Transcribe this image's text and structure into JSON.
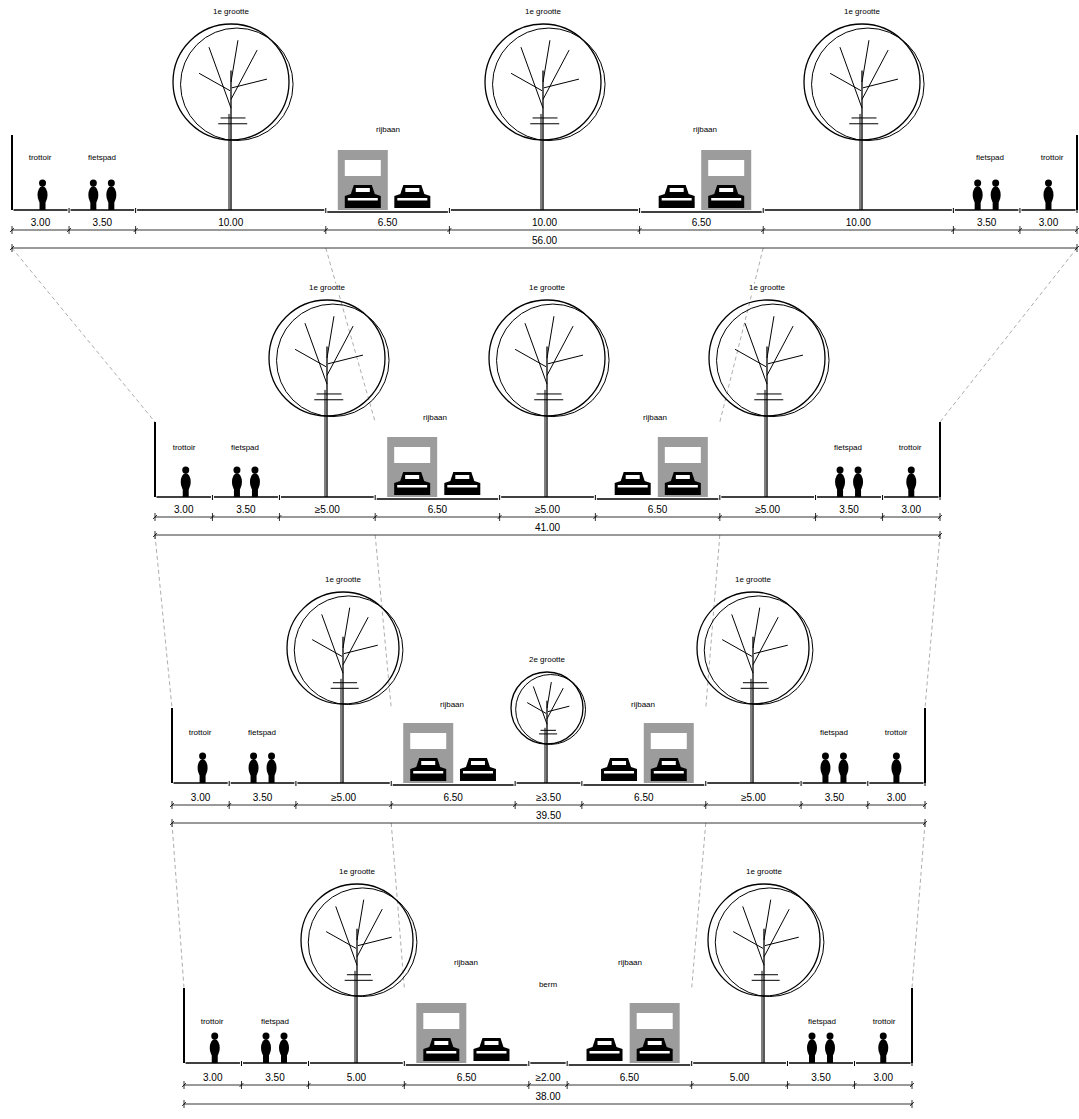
{
  "diagram": {
    "labels": [
      "1e grootte",
      "1e grootte",
      "1e grootte",
      "trottoir",
      "fietspad",
      "rijbaan",
      "rijbaan",
      "fietspad",
      "trottoir",
      "3.00",
      "3.50",
      "10.00",
      "6.50",
      "10.00",
      "6.50",
      "10.00",
      "3.50",
      "3.00",
      "56.00",
      "1e grootte",
      "1e grootte",
      "1e grootte",
      "trottoir",
      "fietspad",
      "rijbaan",
      "rijbaan",
      "fietspad",
      "trottoir",
      "3.00",
      "3.50",
      "≥5.00",
      "6.50",
      "≥5.00",
      "6.50",
      "≥5.00",
      "3.50",
      "3.00",
      "41.00",
      "1e grootte",
      "2e grootte",
      "1e grootte",
      "trottoir",
      "fietspad",
      "rijbaan",
      "rijbaan",
      "fietspad",
      "trottoir",
      "3.00",
      "3.50",
      "≥5.00",
      "6.50",
      "≥3.50",
      "6.50",
      "≥5.00",
      "3.50",
      "3.00",
      "39.50",
      "1e grootte",
      "1e grootte",
      "trottoir",
      "fietspad",
      "rijbaan",
      "berm",
      "rijbaan",
      "fietspad",
      "trottoir",
      "3.00",
      "3.50",
      "5.00",
      "6.50",
      "≥2.00",
      "6.50",
      "5.00",
      "3.50",
      "3.00",
      "38.00"
    ]
  }
}
